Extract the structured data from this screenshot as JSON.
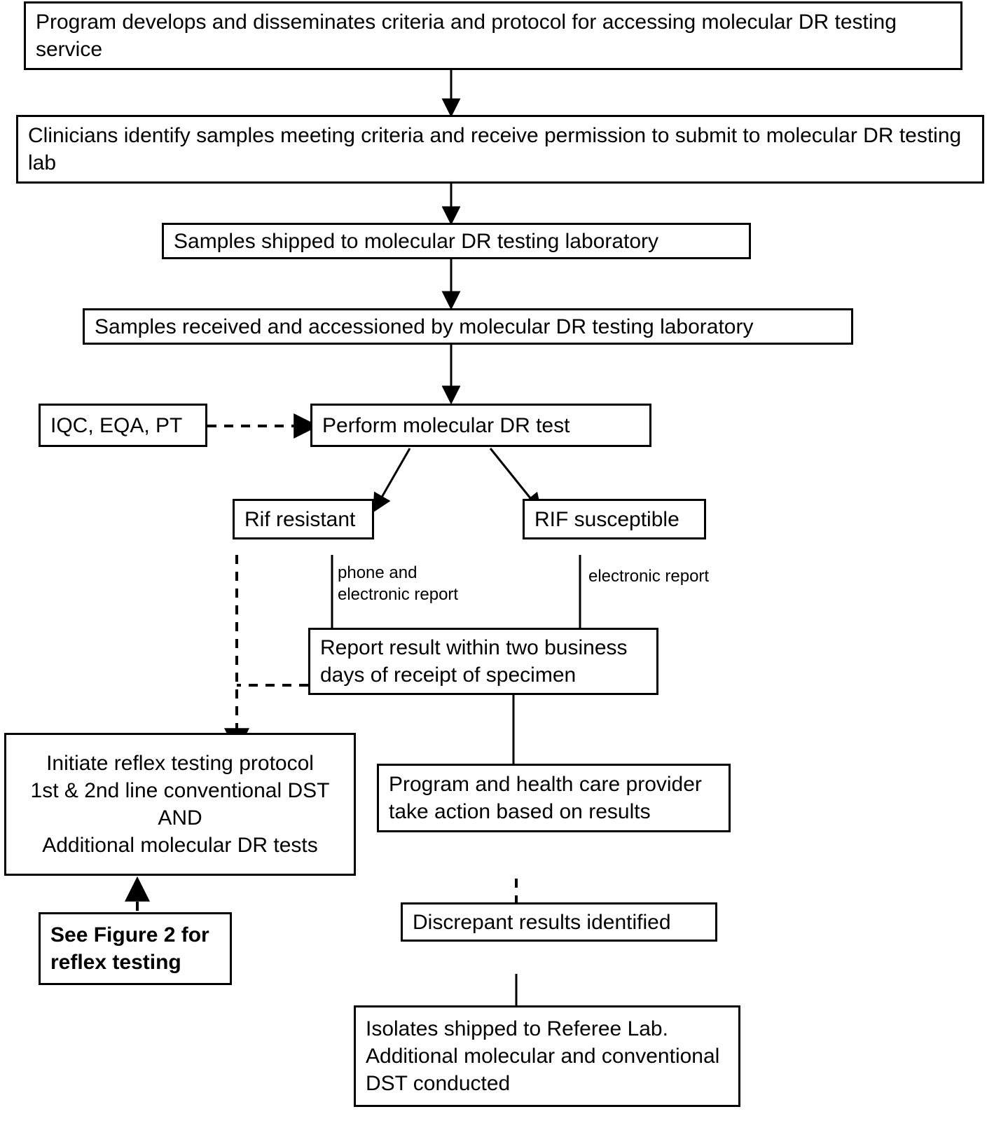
{
  "diagram": {
    "title_domain": "clinical-laboratory-workflow-flowchart",
    "nodes": {
      "program_criteria": "Program develops and disseminates criteria and protocol for accessing molecular DR testing service",
      "clinicians_identify": "Clinicians identify samples meeting criteria and receive permission to submit to molecular DR testing lab",
      "samples_shipped": "Samples shipped to molecular DR testing laboratory",
      "samples_received": "Samples received and accessioned by molecular DR testing laboratory",
      "qc_inputs": "IQC, EQA, PT",
      "perform_test": "Perform molecular DR test",
      "rif_resistant": "Rif resistant",
      "rif_susceptible": "RIF susceptible",
      "report_result": "Report result within two business days of receipt of specimen",
      "reflex_protocol": "Initiate reflex testing protocol\n1st & 2nd line conventional DST\nAND\nAdditional molecular DR tests",
      "see_figure_2": "See Figure 2 for reflex testing",
      "program_action": "Program and health care provider take action based on results",
      "discrepant_results": "Discrepant results identified",
      "isolates_shipped": "Isolates shipped to Referee Lab. Additional molecular and conventional DST conducted"
    },
    "edge_labels": {
      "phone_and_electronic_report": "phone and\nelectronic report",
      "electronic_report": "electronic report"
    },
    "colors": {
      "stroke": "#000000",
      "fill": "#ffffff",
      "text": "#000000"
    }
  }
}
